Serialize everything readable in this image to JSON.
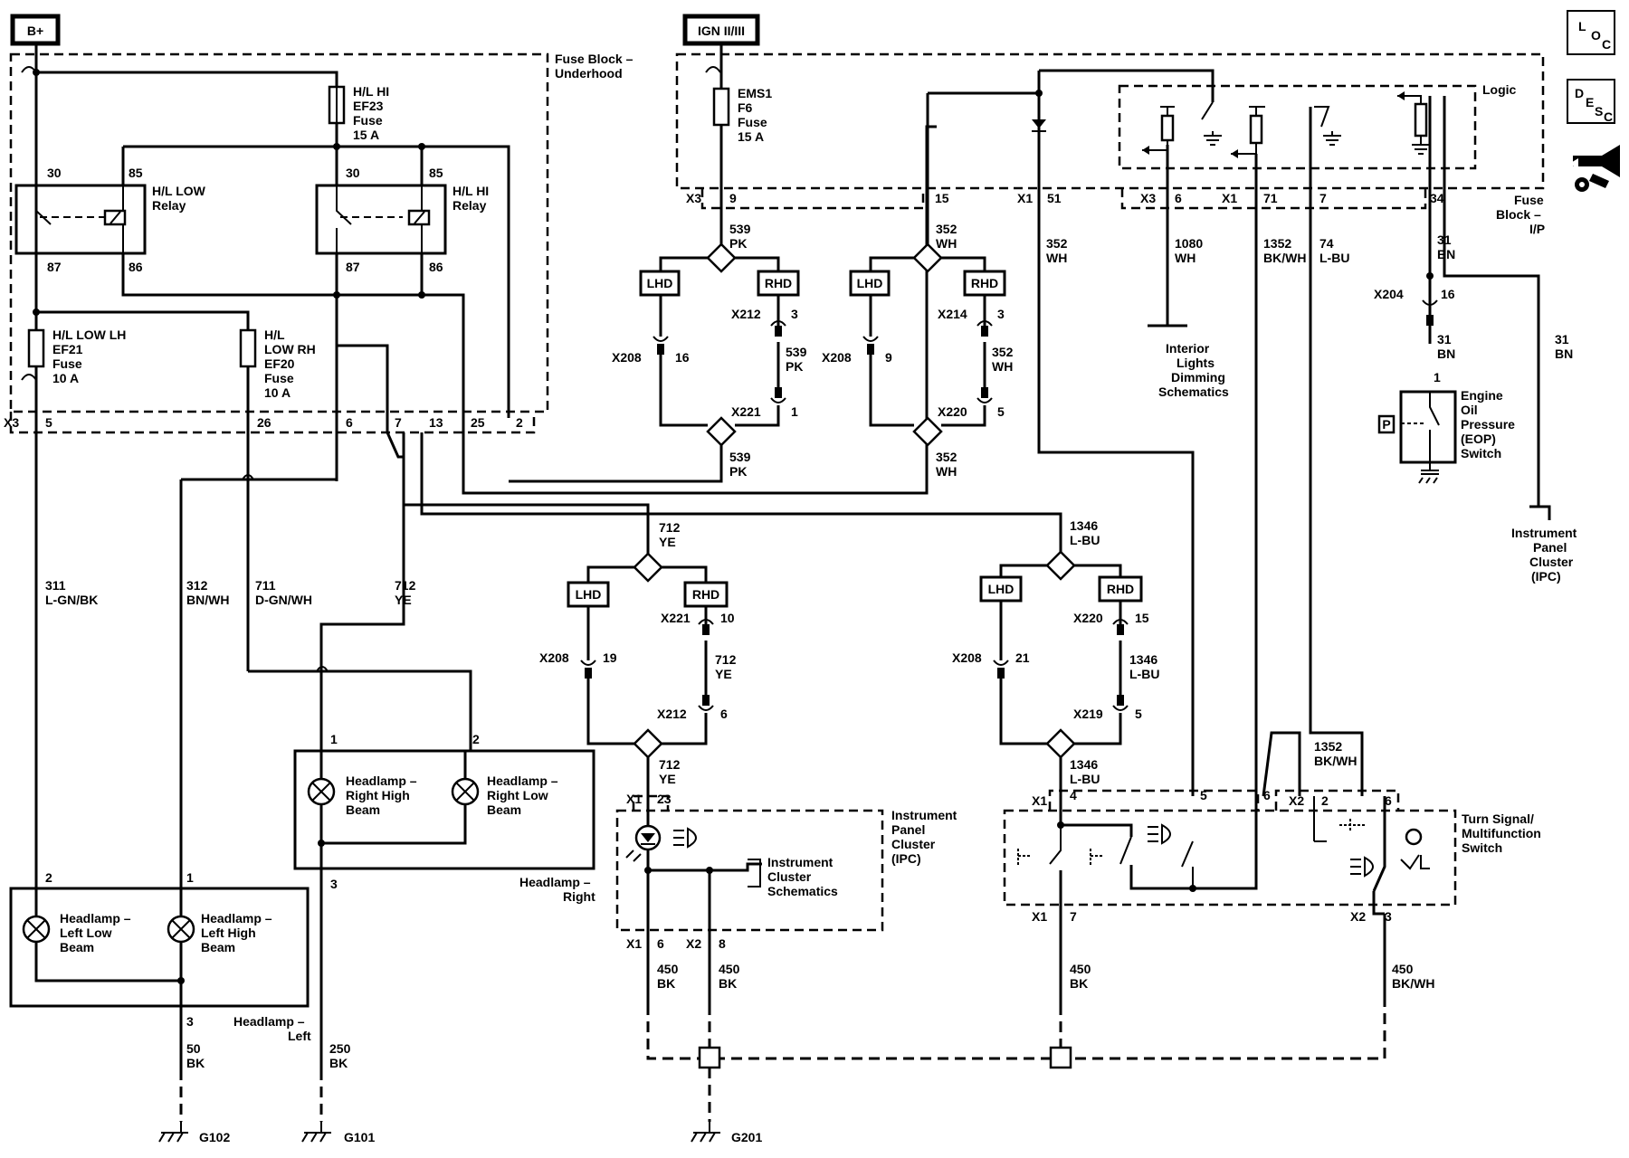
{
  "power": {
    "bplus": "B+",
    "ign": "IGN II/III"
  },
  "fuse_block_underhood": {
    "title1": "Fuse Block –",
    "title2": "Underhood"
  },
  "fuse_block_ip": {
    "title1": "Fuse",
    "title2": "Block –",
    "title3": "I/P"
  },
  "fuses": {
    "ef23": [
      "H/L HI",
      "EF23",
      "Fuse",
      "15 A"
    ],
    "f6": [
      "EMS1",
      "F6",
      "Fuse",
      "15 A"
    ],
    "ef21": [
      "H/L LOW LH",
      "EF21",
      "Fuse",
      "10 A"
    ],
    "ef20": [
      "H/L",
      "LOW RH",
      "EF20",
      "Fuse",
      "10 A"
    ]
  },
  "relays": {
    "low": {
      "label1": "H/L LOW",
      "label2": "Relay",
      "p30": "30",
      "p85": "85",
      "p87": "87",
      "p86": "86"
    },
    "hi": {
      "label1": "H/L HI",
      "label2": "Relay",
      "p30": "30",
      "p85": "85",
      "p87": "87",
      "p86": "86"
    }
  },
  "x3_pins": {
    "conn": "X3",
    "p5": "5",
    "p26": "26",
    "p6": "6",
    "p7": "7",
    "p13": "13",
    "p25": "25",
    "p2": "2"
  },
  "ip_pins": {
    "x3": "X3",
    "p9": "9",
    "p15": "15",
    "x1": "X1",
    "p51": "51",
    "x3b": "X3",
    "p6": "6",
    "x1b": "X1",
    "p71": "71",
    "p7": "7",
    "p34": "34"
  },
  "logic_label": "Logic",
  "wires": {
    "w539a": [
      "539",
      "PK"
    ],
    "w352a": [
      "352",
      "WH"
    ],
    "w352b": [
      "352",
      "WH"
    ],
    "w1080": [
      "1080",
      "WH"
    ],
    "w1352": [
      "1352",
      "BK/WH"
    ],
    "w74": [
      "74",
      "L-BU"
    ],
    "w31a": [
      "31",
      "BN"
    ],
    "w31b": [
      "31",
      "BN"
    ],
    "w31c": [
      "31",
      "BN"
    ],
    "w539b": [
      "539",
      "PK"
    ],
    "w539c": [
      "539",
      "PK"
    ],
    "w352c": [
      "352",
      "WH"
    ],
    "w352d": [
      "352",
      "WH"
    ],
    "w311": [
      "311",
      "L-GN/BK"
    ],
    "w312": [
      "312",
      "BN/WH"
    ],
    "w711": [
      "711",
      "D-GN/WH"
    ],
    "w712a": [
      "712",
      "YE"
    ],
    "w712b": [
      "712",
      "YE"
    ],
    "w712c": [
      "712",
      "YE"
    ],
    "w712d": [
      "712",
      "YE"
    ],
    "w1346a": [
      "1346",
      "L-BU"
    ],
    "w1346b": [
      "1346",
      "L-BU"
    ],
    "w1346c": [
      "1346",
      "L-BU"
    ],
    "w1352b": [
      "1352",
      "BK/WH"
    ],
    "w450a": [
      "450",
      "BK"
    ],
    "w450b": [
      "450",
      "BK"
    ],
    "w450c": [
      "450",
      "BK"
    ],
    "w450d": [
      "450",
      "BK/WH"
    ],
    "w50": [
      "50",
      "BK"
    ],
    "w250": [
      "250",
      "BK"
    ]
  },
  "lhd": "LHD",
  "rhd": "RHD",
  "connectors": {
    "x212a": [
      "X212",
      "3"
    ],
    "x208a": [
      "X208",
      "16"
    ],
    "x221a": [
      "X221",
      "1"
    ],
    "x214": [
      "X214",
      "3"
    ],
    "x208b": [
      "X208",
      "9"
    ],
    "x220a": [
      "X220",
      "5"
    ],
    "x204": [
      "X204",
      "16"
    ],
    "x221b": [
      "X221",
      "10"
    ],
    "x208c": [
      "X208",
      "19"
    ],
    "x212b": [
      "X212",
      "6"
    ],
    "x220b": [
      "X220",
      "15"
    ],
    "x208d": [
      "X208",
      "21"
    ],
    "x219": [
      "X219",
      "5"
    ]
  },
  "destinations": {
    "interior": [
      "Interior",
      "Lights",
      "Dimming",
      "Schematics"
    ],
    "ipc": [
      "Instrument",
      "Panel",
      "Cluster",
      "(IPC)"
    ],
    "ipc_schem": [
      "Instrument",
      "Cluster",
      "Schematics"
    ],
    "ipc_block": [
      "Instrument",
      "Panel",
      "Cluster",
      "(IPC)"
    ]
  },
  "eop": {
    "label": [
      "Engine",
      "Oil",
      "Pressure",
      "(EOP)",
      "Switch"
    ],
    "pin": "1",
    "badge": "P"
  },
  "headlamp_right": {
    "title1": "Headlamp –",
    "title2": "Right",
    "high": [
      "Headlamp –",
      "Right High",
      "Beam"
    ],
    "low": [
      "Headlamp –",
      "Right Low",
      "Beam"
    ],
    "p1": "1",
    "p2": "2",
    "p3": "3"
  },
  "headlamp_left": {
    "title1": "Headlamp –",
    "title2": "Left",
    "low": [
      "Headlamp –",
      "Left Low",
      "Beam"
    ],
    "high": [
      "Headlamp –",
      "Left High",
      "Beam"
    ],
    "p2": "2",
    "p1": "1",
    "p3": "3"
  },
  "ipc_pins": {
    "x1": "X1",
    "p23": "23",
    "x1b": "X1",
    "p6": "6",
    "x2": "X2",
    "p8": "8"
  },
  "turn_switch": {
    "label": [
      "Turn Signal/",
      "Multifunction",
      "Switch"
    ],
    "x1": "X1",
    "p4": "4",
    "p5": "5",
    "p6": "6",
    "x2": "X2",
    "p2": "2",
    "p6b": "6",
    "x1b": "X1",
    "p7": "7",
    "x2b": "X2",
    "p3": "3"
  },
  "grounds": {
    "g102": "G102",
    "g101": "G101",
    "g201": "G201"
  },
  "side_icons": {
    "loc": [
      "L",
      "O",
      "C"
    ],
    "desc": [
      "D",
      "E",
      "S",
      "C"
    ]
  }
}
